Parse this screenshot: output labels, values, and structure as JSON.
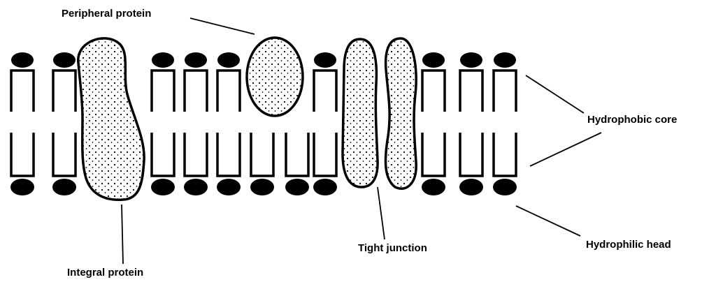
{
  "labels": {
    "peripheral_protein": "Peripheral protein",
    "hydrophobic_core": "Hydrophobic core",
    "hydrophilic_head": "Hydrophilic head",
    "tight_junction": "Tight junction",
    "integral_protein": "Integral protein"
  },
  "colors": {
    "ink": "#000000",
    "background": "#ffffff",
    "protein_fill": "#f2f2f2"
  }
}
